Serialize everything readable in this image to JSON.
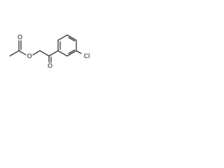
{
  "molecule": {
    "atoms": {
      "o_ester": "O",
      "o_carbonyl_acetyl": "O",
      "o_carbonyl_ketone": "O",
      "cl": "Cl"
    }
  }
}
